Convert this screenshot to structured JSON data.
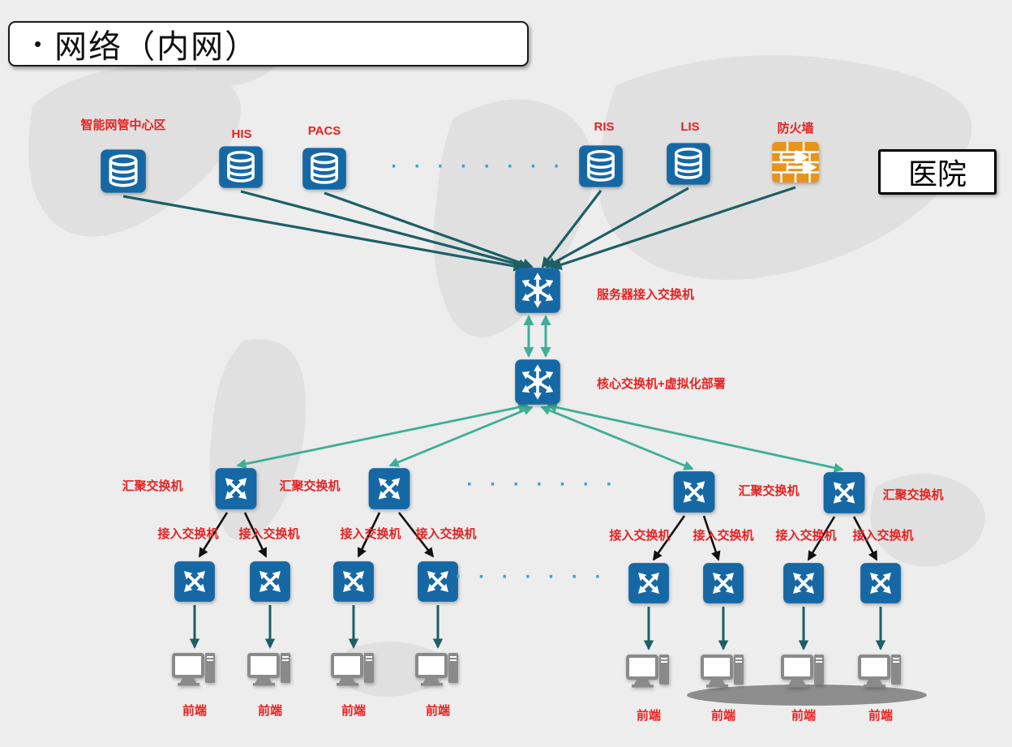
{
  "title": {
    "bullet": "•",
    "text": "网络（内网）"
  },
  "hospital": {
    "label": "医院"
  },
  "top_row": {
    "servers": [
      {
        "label": "智能网管中心区"
      },
      {
        "label": "HIS"
      },
      {
        "label": "PACS"
      },
      {
        "label": "RIS"
      },
      {
        "label": "LIS"
      }
    ],
    "firewall": {
      "label": "防火墙"
    },
    "dots": "· · · · · · · ·"
  },
  "switches": {
    "server_access": {
      "label": "服务器接入交换机"
    },
    "core": {
      "label": "核心交换机+虚拟化部署"
    },
    "aggregation": [
      {
        "label": "汇聚交换机"
      },
      {
        "label": "汇聚交换机"
      },
      {
        "label": "汇聚交换机"
      },
      {
        "label": "汇聚交换机"
      }
    ],
    "aggregation_dots": "· · · · · · ·",
    "access": [
      {
        "label": "接入交换机"
      },
      {
        "label": "接入交换机"
      },
      {
        "label": "接入交换机"
      },
      {
        "label": "接入交换机"
      },
      {
        "label": "接入交换机"
      },
      {
        "label": "接入交换机"
      },
      {
        "label": "接入交换机"
      },
      {
        "label": "接入交换机"
      }
    ],
    "access_dots": "· · · · · · ·"
  },
  "frontends": [
    {
      "label": "前端"
    },
    {
      "label": "前端"
    },
    {
      "label": "前端"
    },
    {
      "label": "前端"
    },
    {
      "label": "前端"
    },
    {
      "label": "前端"
    },
    {
      "label": "前端"
    },
    {
      "label": "前端"
    }
  ],
  "icons": {
    "database": "stacked-disks",
    "hub_switch": "starburst-hub",
    "crossed_switch": "crossed-arrows",
    "firewall": "brick-wall-with-arrows",
    "frontend": "desktop-monitor-and-tower"
  },
  "colors": {
    "background": "#ededed",
    "node_blue": "#1668a5",
    "firewall_orange": "#e8931c",
    "label_red": "#e62222",
    "link_teal": "#1d5f66",
    "link_green": "#3fae96",
    "link_black": "#111111",
    "dots_blue": "#3e9fd4"
  }
}
